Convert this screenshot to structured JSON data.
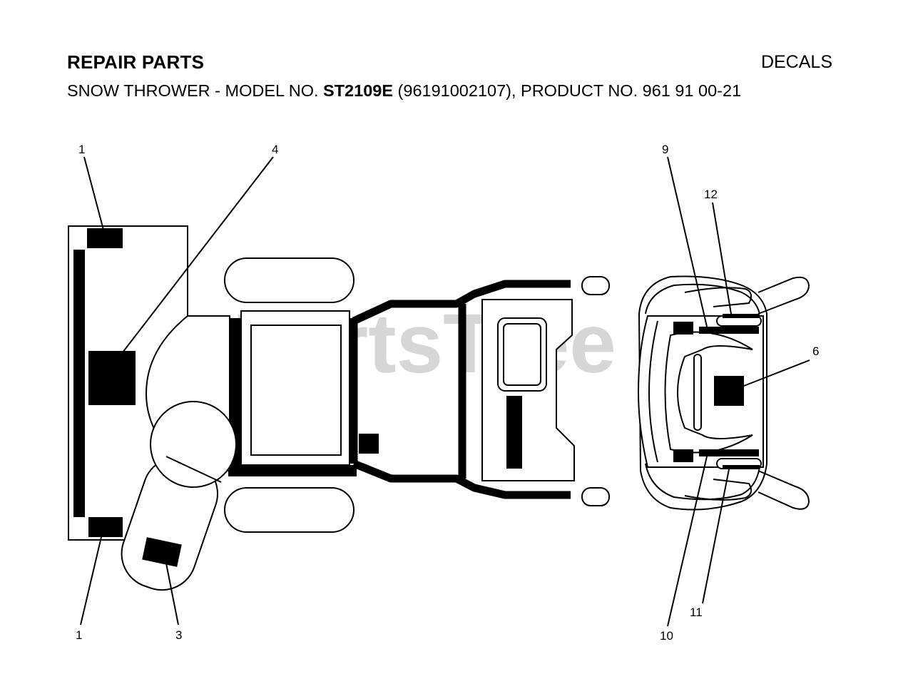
{
  "header": {
    "title": "REPAIR PARTS",
    "section": "DECALS",
    "subtitle_prefix": "SNOW THROWER - MODEL NO. ",
    "model_no": "ST2109E",
    "subtitle_suffix": " (96191002107), PRODUCT NO. 961 91 00-21"
  },
  "watermark": "PartsTree",
  "callouts": {
    "c1_top": "1",
    "c1_bottom": "1",
    "c3": "3",
    "c4": "4",
    "c6": "6",
    "c9": "9",
    "c10": "10",
    "c11": "11",
    "c12": "12"
  }
}
